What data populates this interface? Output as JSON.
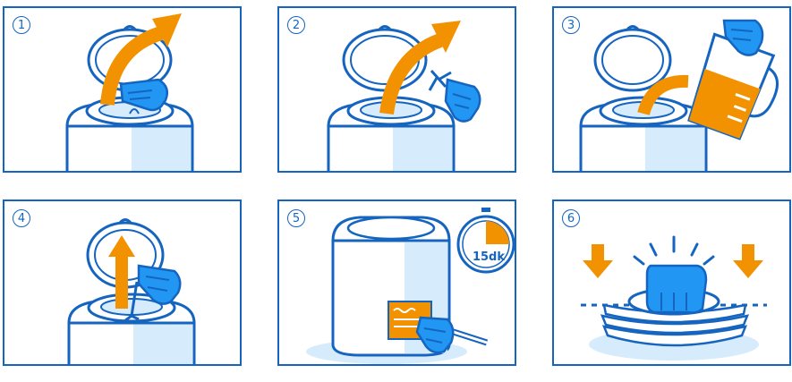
{
  "panels": [
    {
      "number": "1"
    },
    {
      "number": "2"
    },
    {
      "number": "3"
    },
    {
      "number": "4"
    },
    {
      "number": "5",
      "timer_label": "15dk"
    },
    {
      "number": "6"
    }
  ],
  "colors": {
    "outline": "#1565c0",
    "accent": "#f39200",
    "light_blue": "#d6ebfb",
    "hand": "#2196f3"
  }
}
